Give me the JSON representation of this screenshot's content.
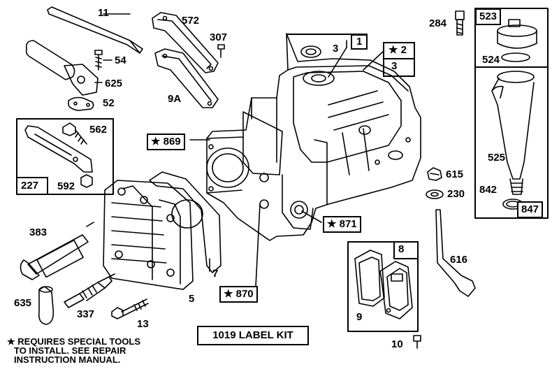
{
  "parts": {
    "p11": "11",
    "p54": "54",
    "p625": "625",
    "p52": "52",
    "p572": "572",
    "p307": "307",
    "p9a": "9A",
    "p3": "3",
    "p1": "1",
    "p2": "★ 2",
    "p3b": "3",
    "p284": "284",
    "p523": "523",
    "p524": "524",
    "p525": "525",
    "p842": "842",
    "p847": "847",
    "p615": "615",
    "p230": "230",
    "p616": "616",
    "p562": "562",
    "p227": "227",
    "p592": "592",
    "p869": "★ 869",
    "p871": "★ 871",
    "p870": "★ 870",
    "p383": "383",
    "p7": "7",
    "p5": "5",
    "p635": "635",
    "p337": "337",
    "p13": "13",
    "p8": "8",
    "p9": "9",
    "p10": "10"
  },
  "label_kit": "1019 LABEL KIT",
  "footnote": {
    "line1": "★ REQUIRES SPECIAL TOOLS",
    "line2": "TO INSTALL.  SEE REPAIR",
    "line3": "INSTRUCTION MANUAL."
  }
}
